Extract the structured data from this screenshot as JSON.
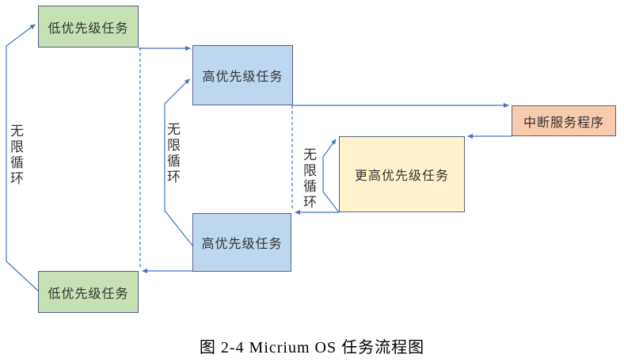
{
  "diagram": {
    "boxes": {
      "low_priority_top": {
        "label": "低优先级任务"
      },
      "high_priority_top": {
        "label": "高优先级任务"
      },
      "isr": {
        "label": "中断服务程序"
      },
      "higher_priority": {
        "label": "更高优先级任务"
      },
      "high_priority_bottom": {
        "label": "高优先级任务"
      },
      "low_priority_bottom": {
        "label": "低优先级任务"
      }
    },
    "loop_labels": {
      "left": "无限循环",
      "middle": "无限循环",
      "right": "无限循环"
    },
    "caption": "图 2-4 Micrium OS 任务流程图",
    "colors": {
      "low_priority_fill": "#C6E0B4",
      "high_priority_fill": "#BDD7EE",
      "isr_fill": "#F8CBAD",
      "higher_priority_fill": "#FFF2CC",
      "box_border": "#55608A",
      "arrow": "#4472C4",
      "text": "#333333"
    }
  }
}
